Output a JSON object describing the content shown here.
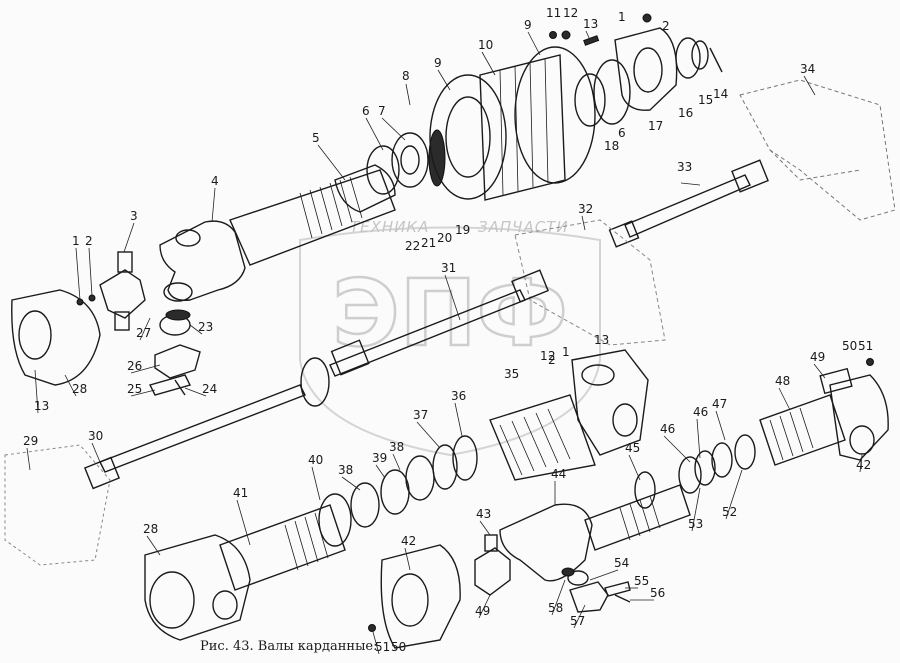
{
  "caption": "Рис. 43. Валы карданные:",
  "watermark": {
    "brand": "ЭПФ",
    "text_left": "ТЕХНИКА",
    "text_right": "ЗАПЧАСТИ"
  },
  "callouts": [
    {
      "label": "1"
    },
    {
      "label": "2"
    },
    {
      "label": "3"
    },
    {
      "label": "4"
    },
    {
      "label": "5"
    },
    {
      "label": "6"
    },
    {
      "label": "7"
    },
    {
      "label": "8"
    },
    {
      "label": "9"
    },
    {
      "label": "10"
    },
    {
      "label": "9"
    },
    {
      "label": "11"
    },
    {
      "label": "12"
    },
    {
      "label": "13"
    },
    {
      "label": "1"
    },
    {
      "label": "2"
    },
    {
      "label": "34"
    },
    {
      "label": "14"
    },
    {
      "label": "15"
    },
    {
      "label": "16"
    },
    {
      "label": "17"
    },
    {
      "label": "6"
    },
    {
      "label": "18"
    },
    {
      "label": "33"
    },
    {
      "label": "32"
    },
    {
      "label": "19"
    },
    {
      "label": "20"
    },
    {
      "label": "21"
    },
    {
      "label": "22"
    },
    {
      "label": "31"
    },
    {
      "label": "1"
    },
    {
      "label": "2"
    },
    {
      "label": "27"
    },
    {
      "label": "23"
    },
    {
      "label": "26"
    },
    {
      "label": "25"
    },
    {
      "label": "24"
    },
    {
      "label": "13"
    },
    {
      "label": "28"
    },
    {
      "label": "13"
    },
    {
      "label": "2"
    },
    {
      "label": "1"
    },
    {
      "label": "35"
    },
    {
      "label": "49"
    },
    {
      "label": "50"
    },
    {
      "label": "51"
    },
    {
      "label": "48"
    },
    {
      "label": "47"
    },
    {
      "label": "46"
    },
    {
      "label": "46"
    },
    {
      "label": "42"
    },
    {
      "label": "37"
    },
    {
      "label": "36"
    },
    {
      "label": "38"
    },
    {
      "label": "29"
    },
    {
      "label": "30"
    },
    {
      "label": "40"
    },
    {
      "label": "38"
    },
    {
      "label": "39"
    },
    {
      "label": "44"
    },
    {
      "label": "45"
    },
    {
      "label": "53"
    },
    {
      "label": "52"
    },
    {
      "label": "41"
    },
    {
      "label": "28"
    },
    {
      "label": "42"
    },
    {
      "label": "43"
    },
    {
      "label": "54"
    },
    {
      "label": "55"
    },
    {
      "label": "56"
    },
    {
      "label": "49"
    },
    {
      "label": "58"
    },
    {
      "label": "57"
    },
    {
      "label": "51"
    },
    {
      "label": "50"
    }
  ]
}
